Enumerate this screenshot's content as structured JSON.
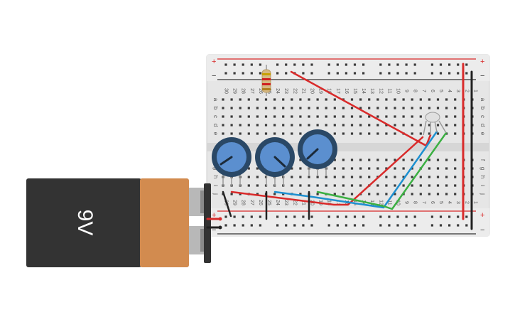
{
  "breadboard": {
    "columns": [
      "30",
      "29",
      "28",
      "27",
      "26",
      "25",
      "24",
      "23",
      "22",
      "21",
      "20",
      "19",
      "18",
      "17",
      "16",
      "15",
      "14",
      "13",
      "12",
      "11",
      "10",
      "9",
      "8",
      "7",
      "6",
      "5",
      "4",
      "3",
      "2",
      "1"
    ],
    "rows_top": [
      "a",
      "b",
      "c",
      "d",
      "e"
    ],
    "rows_bottom": [
      "f",
      "g",
      "h",
      "i",
      "j"
    ],
    "rail_plus": "+",
    "rail_minus": "−"
  },
  "battery": {
    "label": "9V",
    "body_color": "#333333",
    "band_color": "#d28b4f"
  },
  "components": {
    "potentiometers": [
      {
        "name": "potentiometer-1",
        "knob": "pointing down-left"
      },
      {
        "name": "potentiometer-2",
        "knob": "pointing down-right"
      },
      {
        "name": "potentiometer-3",
        "knob": "pointing down-left"
      }
    ],
    "resistor": {
      "bands": [
        "#c8a000",
        "#d02020",
        "#d02020",
        "#b08020"
      ]
    },
    "led": {
      "type": "RGB LED"
    }
  },
  "wire_colors": {
    "red": "#d92a2a",
    "blue": "#1e90d0",
    "green": "#3cb043",
    "black": "#222222"
  },
  "accent_colors": {
    "rail_red": "#d92a2a",
    "rail_dark": "#333333",
    "board": "#e6e6e6",
    "pot_blue": "#5b8fcf",
    "pot_ring": "#2a4866"
  }
}
